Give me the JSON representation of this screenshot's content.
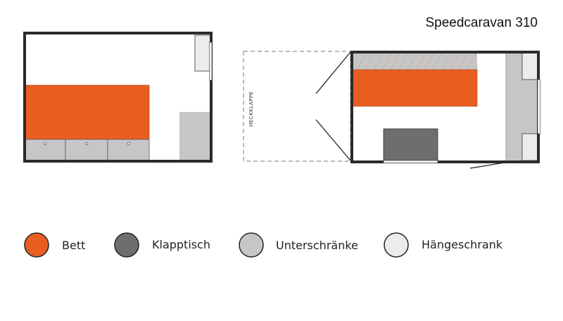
{
  "title": "Speedcaravan 310",
  "heckklappe_label": "HECKKLAPPE",
  "colors": {
    "bett": "#e95e20",
    "klapptisch": "#6e6e6e",
    "unterschraenke": "#c6c6c6",
    "haengeschrank": "#ececec",
    "wall": "#2b2b2b"
  },
  "legend": [
    {
      "label": "Bett",
      "color": "#e95e20"
    },
    {
      "label": "Klapptisch",
      "color": "#6e6e6e"
    },
    {
      "label": "Unterschränke",
      "color": "#c6c6c6"
    },
    {
      "label": "Hängeschrank",
      "color": "#ececec"
    }
  ]
}
